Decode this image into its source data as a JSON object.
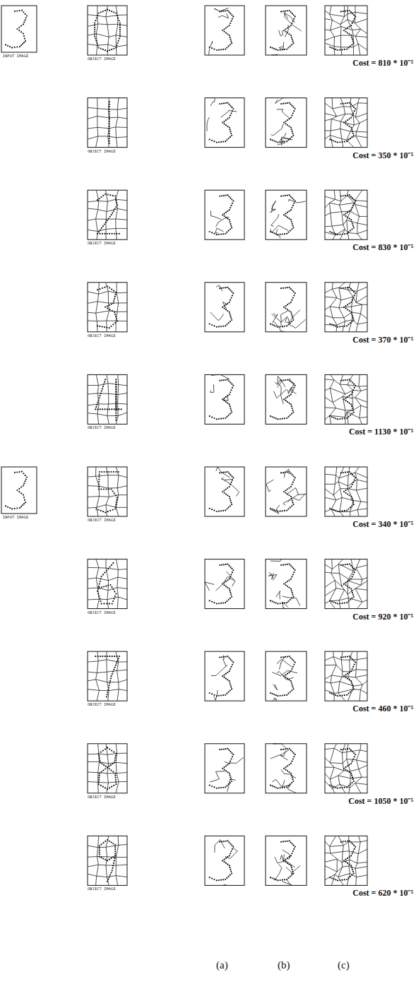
{
  "diagram": {
    "labels": [
      "INPUT IMAGE",
      "OBJECT IMAGE",
      "Cost = 810 * 10⁻⁵",
      "OBJECT IMAGE",
      "Cost = 350 * 10⁻⁵",
      "OBJECT IMAGE",
      "Cost = 830 * 10⁻⁵",
      "OBJECT IMAGE",
      "Cost = 370 * 10⁻⁵",
      "OBJECT IMAGE",
      "Cost = 1130 * 10⁻⁵",
      "INPUT IMAGE",
      "OBJECT IMAGE",
      "Cost = 340 * 10⁻⁵",
      "OBJECT IMAGE",
      "Cost = 920 * 10⁻⁵",
      "OBJECT IMAGE",
      "Cost = 460 * 10⁻⁵",
      "OBJECT IMAGE",
      "Cost = 1050 * 10⁻⁵",
      "OBJECT IMAGE",
      "Cost = 620 * 10⁻⁵",
      "(a)",
      "(b)",
      "(c)"
    ]
  }
}
